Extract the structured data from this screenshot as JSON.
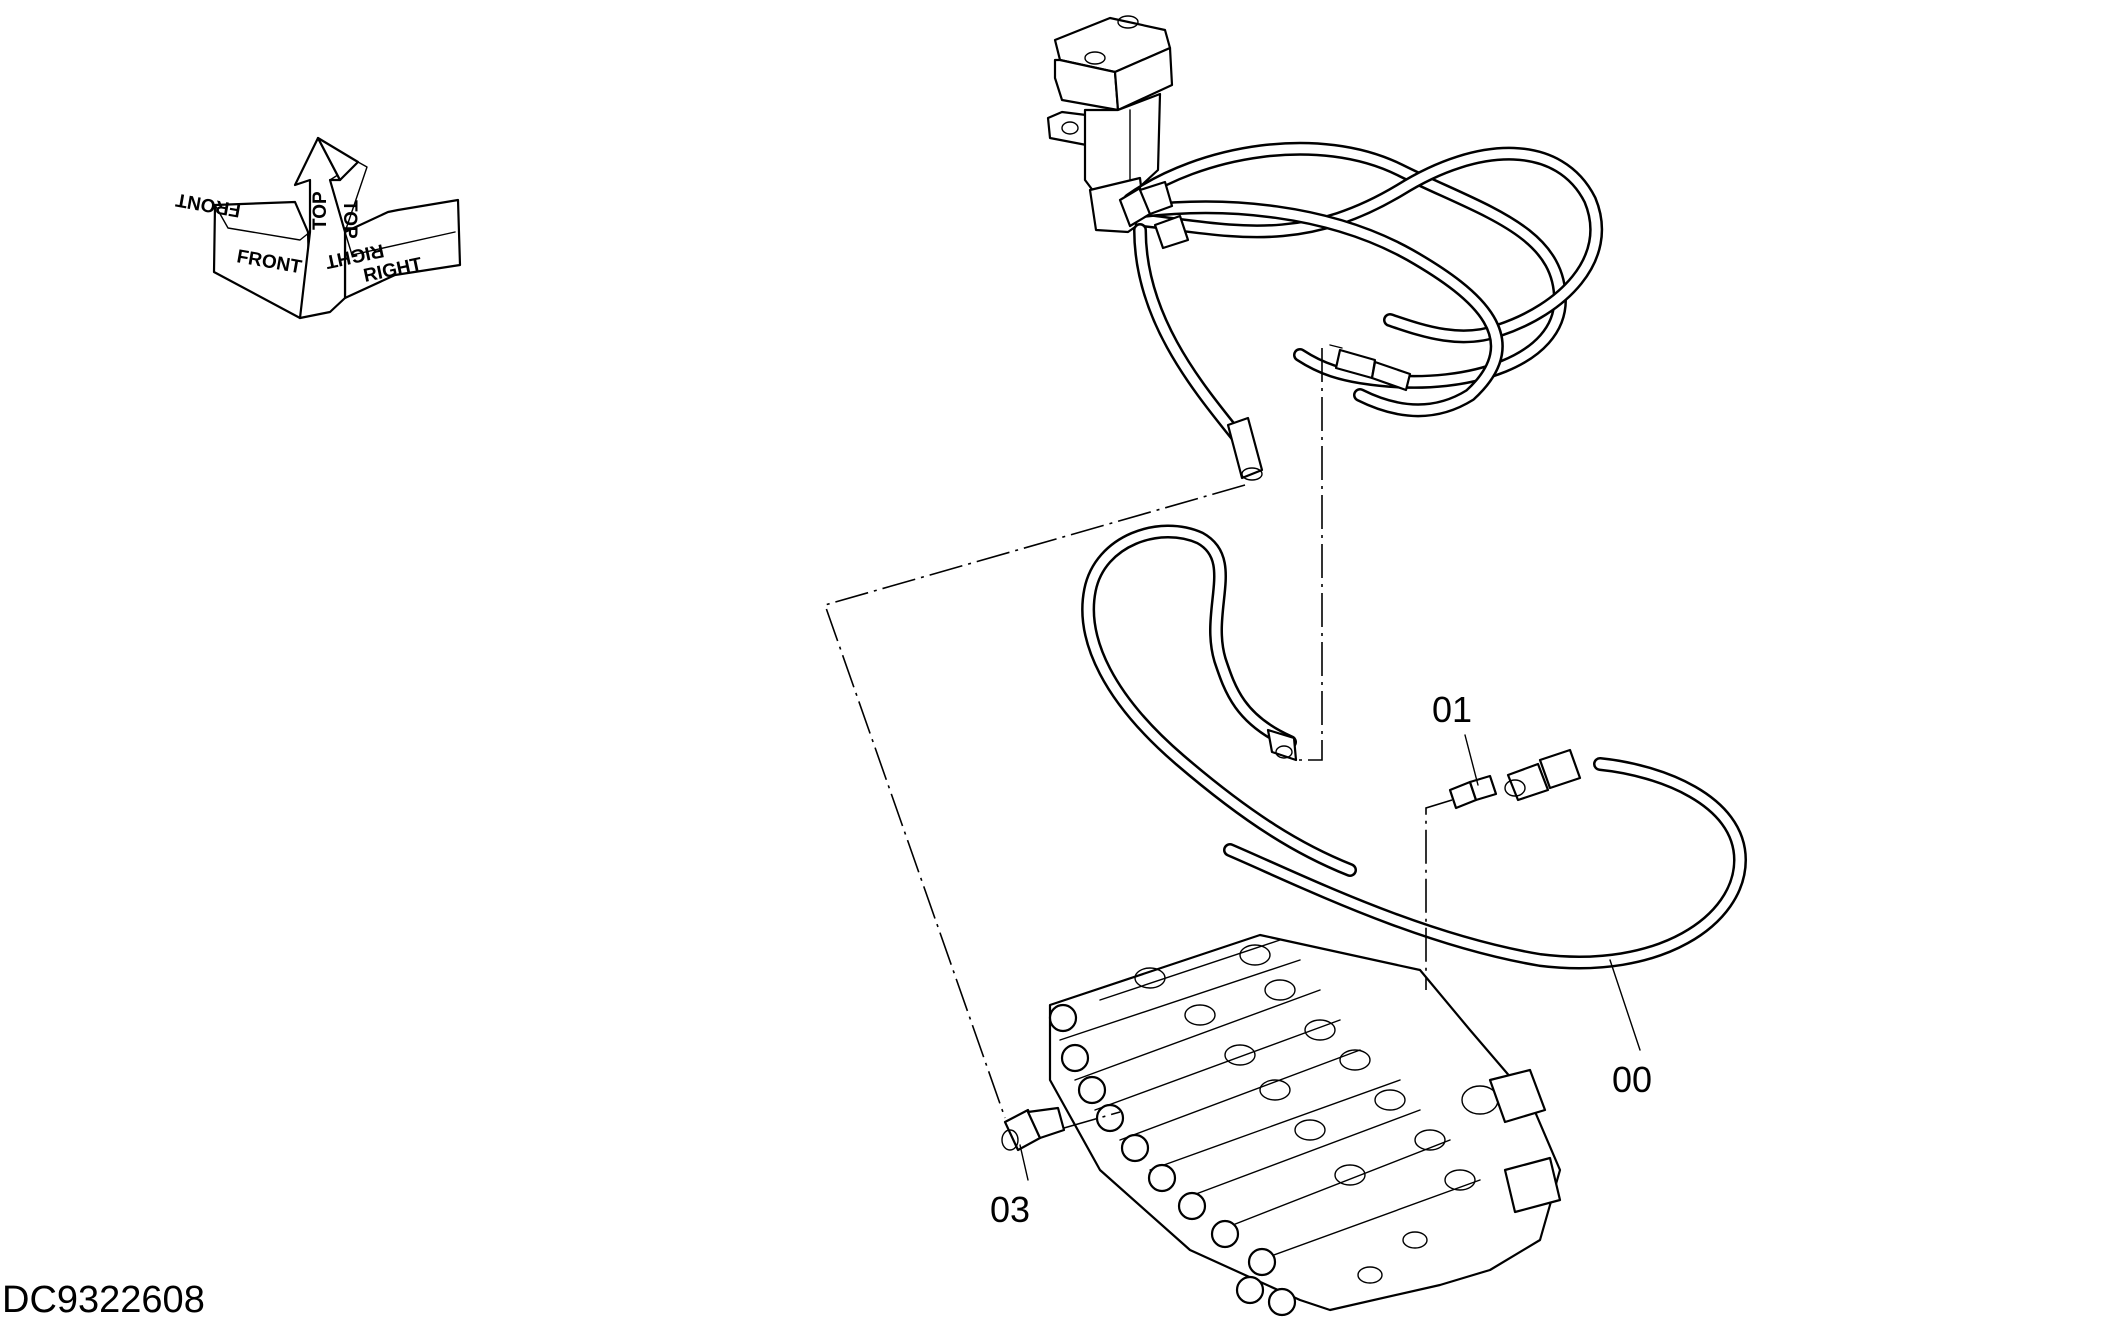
{
  "orientation_symbol": {
    "front": "FRONT",
    "top": "TOP",
    "right": "RIGHT"
  },
  "callouts": {
    "hose": "00",
    "adapter": "01",
    "elbow": "03"
  },
  "drawing_code": "DC9322608"
}
